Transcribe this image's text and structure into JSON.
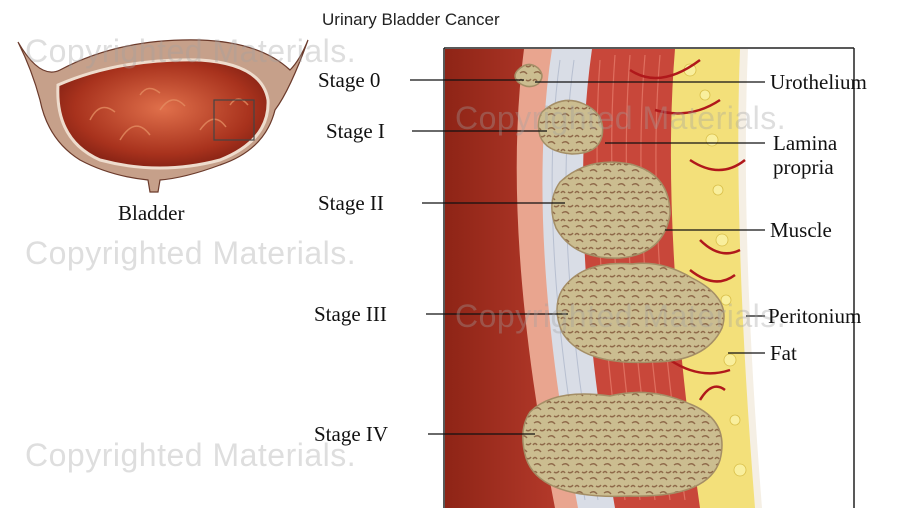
{
  "title": "Urinary Bladder Cancer",
  "bladder_label": "Bladder",
  "stages": [
    "Stage 0",
    "Stage I",
    "Stage II",
    "Stage III",
    "Stage IV"
  ],
  "layers": {
    "urothelium": "Urothelium",
    "lamina_propria_line1": "Lamina",
    "lamina_propria_line2": "propria",
    "muscle": "Muscle",
    "peritonium": "Peritonium",
    "fat": "Fat"
  },
  "watermark": "Copyrighted Materials.",
  "colors": {
    "bladder_interior": "#a8321d",
    "muscle": "#c8473a",
    "fat": "#f3e07a",
    "tumor": "#c9b98c",
    "lamina": "#d9dde6"
  }
}
